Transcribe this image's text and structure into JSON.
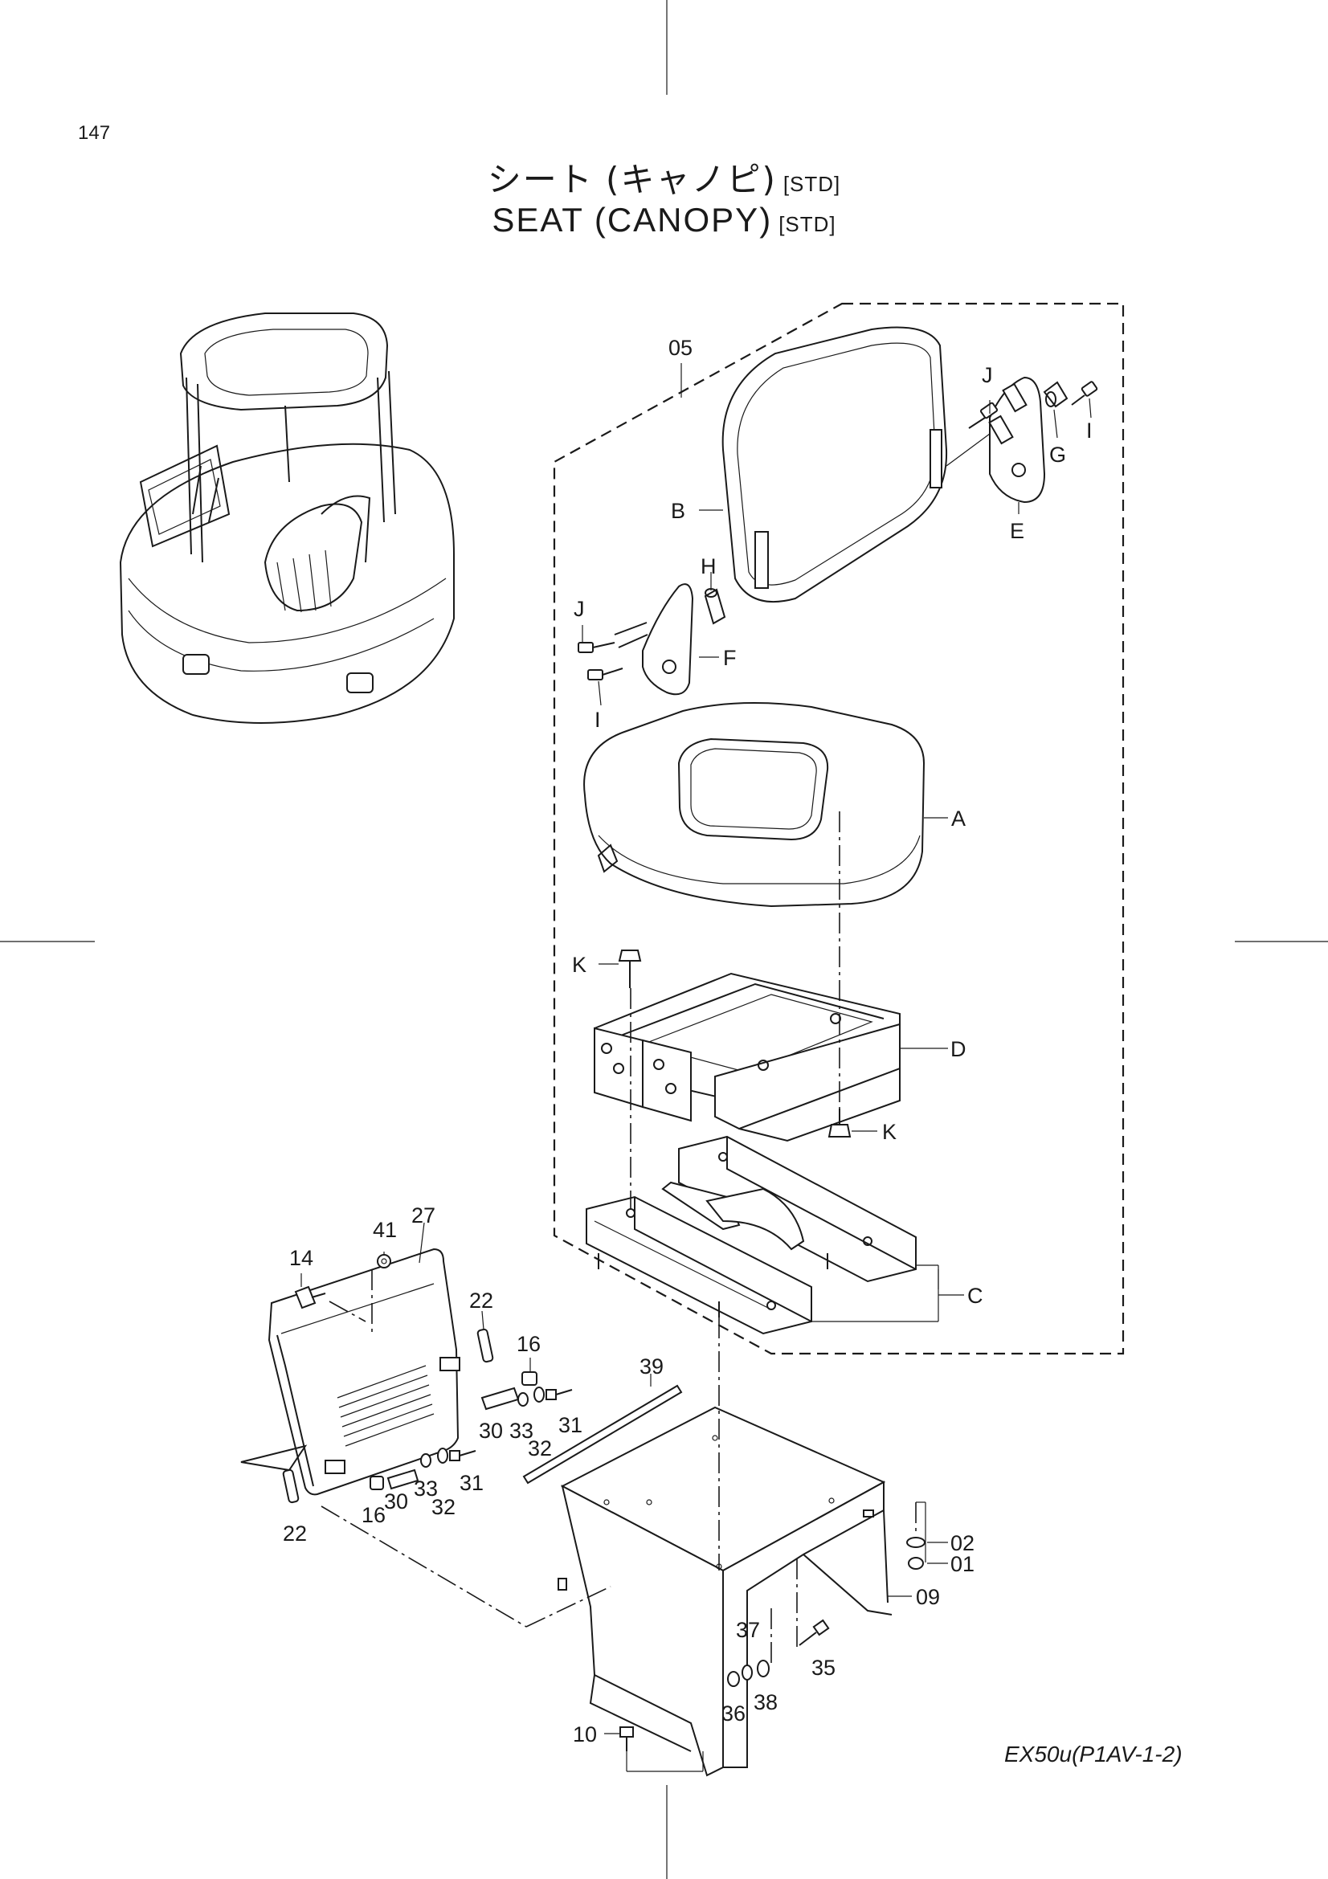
{
  "page": {
    "number": "147"
  },
  "title": {
    "jp": "シート (キャノピ)",
    "en": "SEAT (CANOPY)",
    "tag": "[STD]"
  },
  "footer": {
    "model_code": "EX50u(P1AV-1-2)"
  },
  "callouts": {
    "n05": "05",
    "B": "B",
    "J": "J",
    "G": "G",
    "I": "I",
    "E": "E",
    "H": "H",
    "F": "F",
    "A": "A",
    "K": "K",
    "D": "D",
    "C": "C",
    "n41": "41",
    "n27": "27",
    "n14": "14",
    "n22": "22",
    "n16": "16",
    "n39": "39",
    "n30": "30",
    "n33": "33",
    "n31": "31",
    "n32": "32",
    "n02": "02",
    "n01": "01",
    "n09": "09",
    "n37": "37",
    "n35": "35",
    "n36": "36",
    "n38": "38",
    "n10": "10"
  }
}
